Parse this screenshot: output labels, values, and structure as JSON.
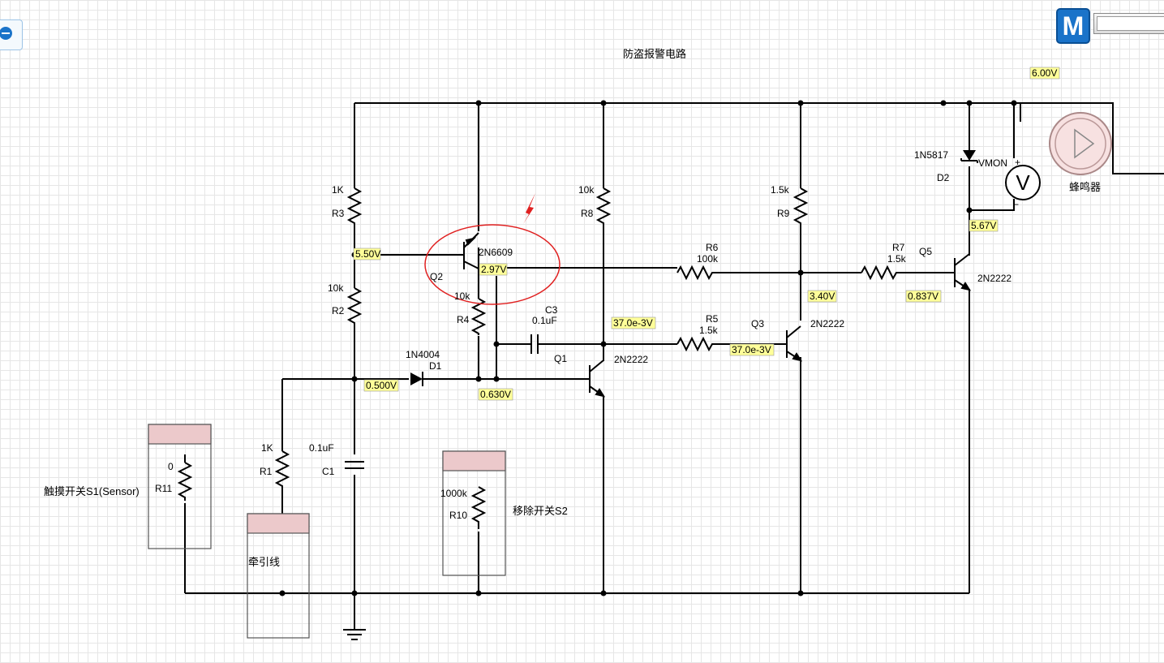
{
  "title": "防盗报警电路",
  "components": {
    "R3": {
      "name": "R3",
      "value": "1K"
    },
    "R2": {
      "name": "R2",
      "value": "10k"
    },
    "R4": {
      "name": "R4",
      "value": "10k"
    },
    "R8": {
      "name": "R8",
      "value": "10k"
    },
    "R9": {
      "name": "R9",
      "value": "1.5k"
    },
    "R6": {
      "name": "R6",
      "value": "100k"
    },
    "R7": {
      "name": "R7",
      "value": "1.5k"
    },
    "R5": {
      "name": "R5",
      "value": "1.5k"
    },
    "R1": {
      "name": "R1",
      "value": "1K"
    },
    "R11": {
      "name": "R11",
      "value": "0"
    },
    "R10": {
      "name": "R10",
      "value": "1000k"
    },
    "C1": {
      "name": "C1",
      "value": "0.1uF"
    },
    "C3": {
      "name": "C3",
      "value": "0.1uF"
    },
    "D1": {
      "name": "D1",
      "value": "1N4004"
    },
    "D2": {
      "name": "D2",
      "value": "1N5817"
    },
    "Q1": {
      "name": "Q1",
      "model": "2N2222"
    },
    "Q2": {
      "name": "Q2",
      "model": "2N6609"
    },
    "Q3": {
      "name": "Q3",
      "model": "2N2222"
    },
    "Q5": {
      "name": "Q5",
      "model": "2N2222"
    },
    "VMON": {
      "name": "VMON",
      "symbol": "V",
      "plus": "+",
      "minus": "−"
    },
    "buzzer": {
      "name": "蜂鸣器"
    }
  },
  "switch_labels": {
    "S1": "触摸开关S1(Sensor)",
    "pull": "牵引线",
    "S2": "移除开关S2"
  },
  "probes": [
    {
      "id": "v-5-50",
      "text": "5.50V"
    },
    {
      "id": "v-2-97",
      "text": "2.97V"
    },
    {
      "id": "v-0-500",
      "text": "0.500V"
    },
    {
      "id": "v-0-630",
      "text": "0.630V"
    },
    {
      "id": "v-37-q1",
      "text": "37.0e-3V"
    },
    {
      "id": "v-37-q3",
      "text": "37.0e-3V"
    },
    {
      "id": "v-3-40",
      "text": "3.40V"
    },
    {
      "id": "v-0-837",
      "text": "0.837V"
    },
    {
      "id": "v-5-67",
      "text": "5.67V"
    },
    {
      "id": "v-6-00",
      "text": "6.00V"
    }
  ],
  "logo": {
    "letter": "M"
  },
  "colors": {
    "wire": "#000000",
    "probe_fill": "#ffff99",
    "highlight_circle": "#e02020",
    "switch_header": "#ecc9cb",
    "logo": "#1a73c9"
  }
}
